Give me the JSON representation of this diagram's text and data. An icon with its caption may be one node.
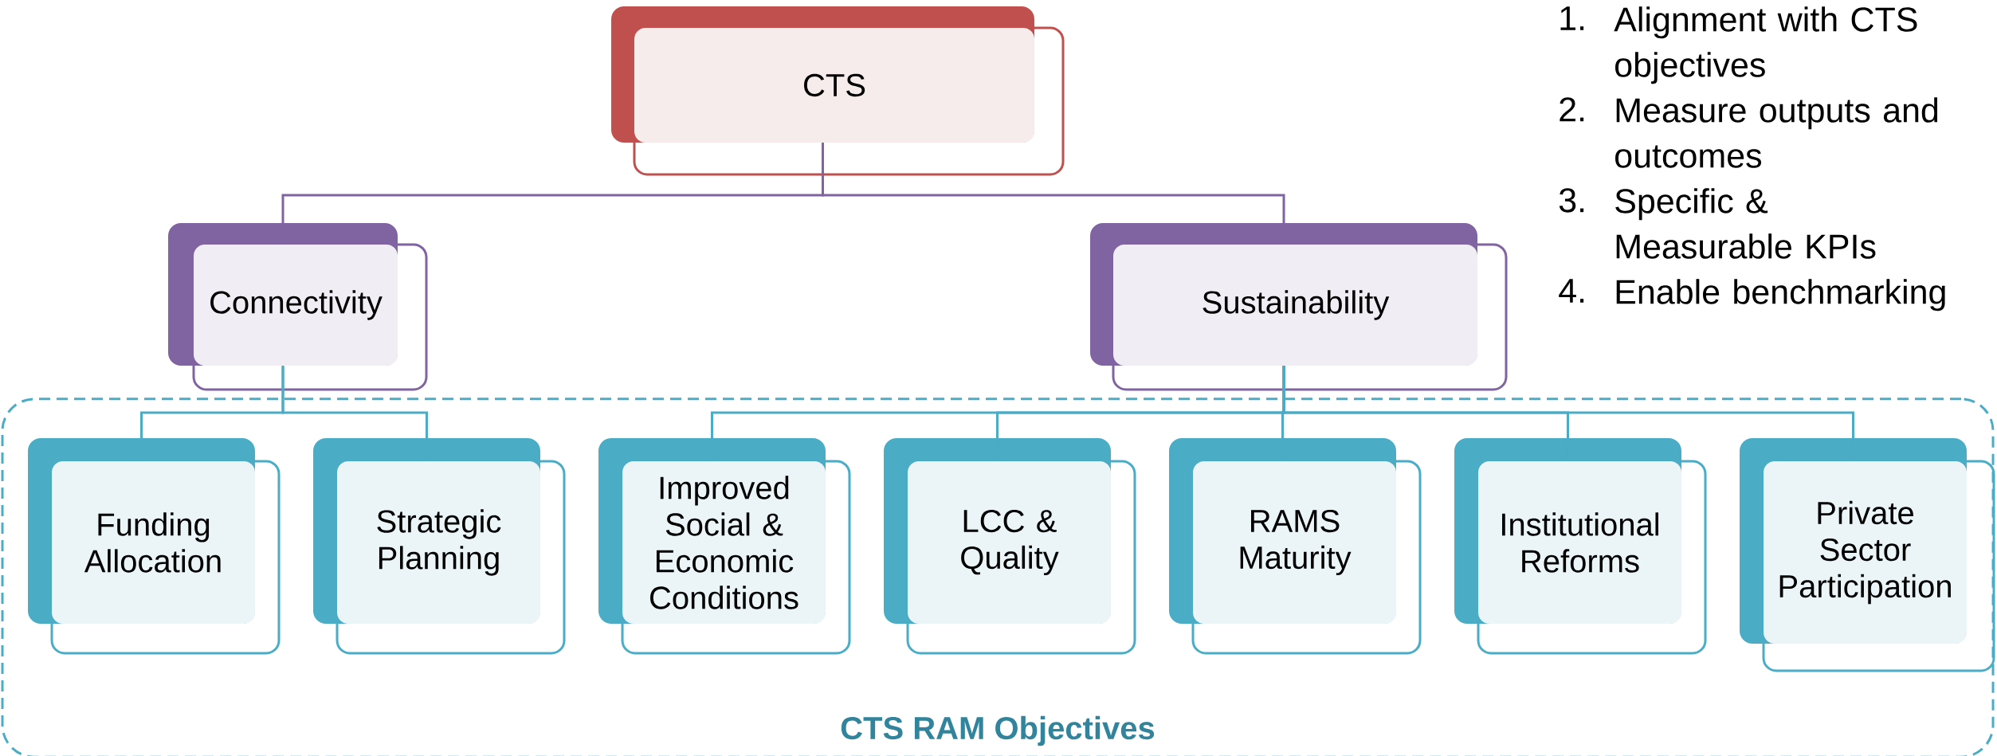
{
  "diagram": {
    "nodes": [
      {
        "text": [
          "CTS"
        ]
      },
      {
        "text": [
          "Connectivity"
        ]
      },
      {
        "text": [
          "Sustainability"
        ]
      },
      {
        "text": [
          "CTS RAM Objectives"
        ]
      },
      {
        "text": [
          "Funding Allocation"
        ],
        "in": 3
      },
      {
        "text": [
          "Strategic Planning"
        ],
        "in": 3
      },
      {
        "text": [
          "Improved Social & Economic Conditions"
        ],
        "in": 3
      },
      {
        "text": [
          "LCC & Quality"
        ],
        "in": 3
      },
      {
        "text": [
          "RAMS Maturity"
        ],
        "in": 3
      },
      {
        "text": [
          "Institutional Reforms"
        ],
        "in": 3
      },
      {
        "text": [
          "Private Sector Participation"
        ],
        "in": 3
      }
    ],
    "edges": [
      {
        "from": 0,
        "to": 1,
        "arrow": "none",
        "color": "#8064a2"
      },
      {
        "from": 0,
        "to": 2,
        "arrow": "none",
        "color": "#8064a2"
      },
      {
        "from": 1,
        "to": 4,
        "arrow": "none"
      },
      {
        "from": 1,
        "to": 5,
        "arrow": "none"
      },
      {
        "from": 2,
        "to": 6,
        "arrow": "none"
      },
      {
        "from": 2,
        "to": 7,
        "arrow": "none"
      },
      {
        "from": 2,
        "to": 8,
        "arrow": "none"
      },
      {
        "from": 2,
        "to": 9,
        "arrow": "none"
      },
      {
        "from": 2,
        "to": 10,
        "arrow": "none"
      }
    ],
    "labels": [
      "1.",
      "Alignment with CTS objectives",
      "2.",
      "Measure outputs and outcomes",
      "3.",
      "Specific & Measurable KPIs",
      "4.",
      "Enable benchmarking"
    ]
  }
}
